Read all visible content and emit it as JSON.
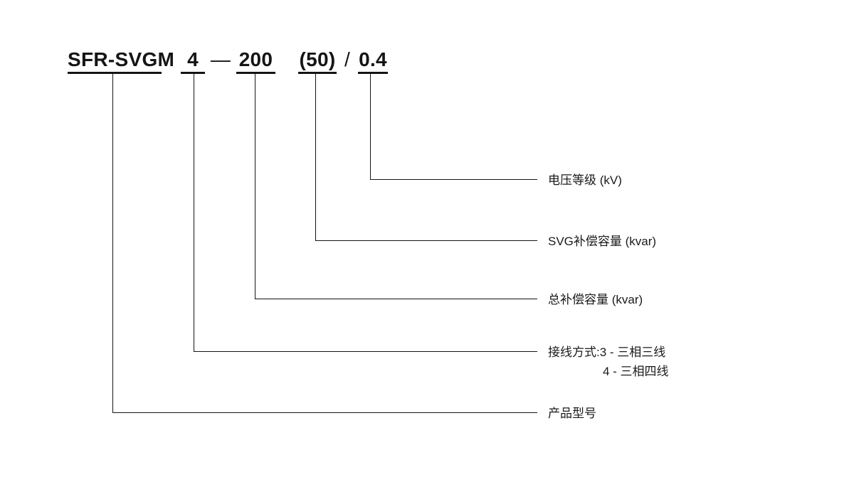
{
  "code": {
    "prefix": "SFR-SVGM",
    "wiring": "4",
    "dash": "—",
    "total_capacity": "200",
    "svg_capacity": "(50)",
    "slash": "/",
    "voltage": "0.4"
  },
  "labels": {
    "voltage": "电压等级 (kV)",
    "svg_capacity": "SVG补偿容量 (kvar)",
    "total_capacity": "总补偿容量 (kvar)",
    "wiring_line1": "接线方式:3 - 三相三线",
    "wiring_line2": "4 - 三相四线",
    "product_model": "产品型号"
  },
  "colors": {
    "line": "#151515",
    "text": "#1a1a1a",
    "background": "#ffffff"
  }
}
